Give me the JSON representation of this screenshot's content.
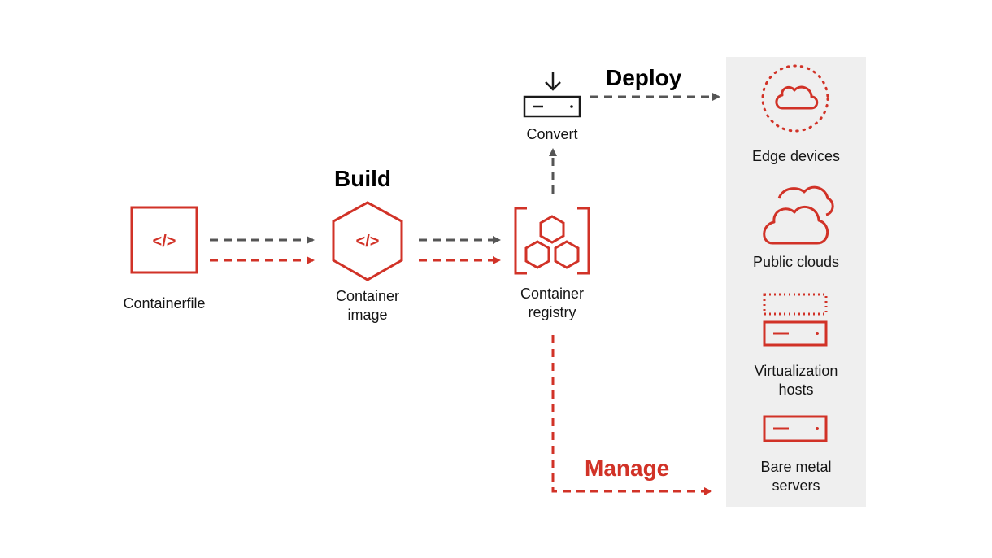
{
  "colors": {
    "red": "#d13227",
    "gray": "#555555",
    "black": "#1a1a1a",
    "panel": "#efefef"
  },
  "headings": {
    "build": "Build",
    "deploy": "Deploy",
    "manage": "Manage"
  },
  "nodes": {
    "containerfile": {
      "label": "Containerfile",
      "icon": "code-icon"
    },
    "container_image": {
      "label_line1": "Container",
      "label_line2": "image",
      "icon": "hexagon-code-icon"
    },
    "container_registry": {
      "label_line1": "Container",
      "label_line2": "registry",
      "icon": "hexagon-cluster-icon"
    },
    "convert": {
      "label": "Convert",
      "icon": "download-server-icon"
    }
  },
  "targets": [
    {
      "label_line1": "Edge devices",
      "label_line2": "",
      "icon": "edge-cloud-icon"
    },
    {
      "label_line1": "Public clouds",
      "label_line2": "",
      "icon": "clouds-icon"
    },
    {
      "label_line1": "Virtualization",
      "label_line2": "hosts",
      "icon": "virtual-server-icon"
    },
    {
      "label_line1": "Bare metal",
      "label_line2": "servers",
      "icon": "server-icon"
    }
  ]
}
